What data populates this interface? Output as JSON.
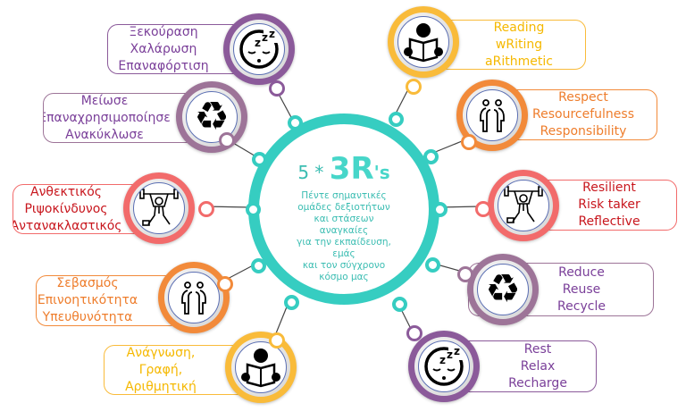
{
  "center": {
    "prefix": "5 *",
    "title": "3R",
    "suffix": "'s",
    "description": [
      "Πέντε σημαντικές",
      "ομάδες δεξιοτήτων",
      "και στάσεων",
      "αναγκαίες",
      "για την εκπαίδευση,",
      "εμάς",
      "και τον σύγχρονο",
      "κόσμο μας"
    ]
  },
  "left_items": [
    {
      "lines": [
        "Ξεκούραση",
        "Χαλάρωση",
        "Επαναφόρτιση"
      ],
      "icon": "sleep-icon",
      "color": "#8b5a9a",
      "text_color": "#7a3f99"
    },
    {
      "lines": [
        "Μείωσε",
        "Επαναχρησιμοποίησε",
        "Ανακύκλωσε"
      ],
      "icon": "recycle-icon",
      "color": "#9d7498",
      "text_color": "#7a3f99"
    },
    {
      "lines": [
        "Ανθεκτικός",
        "Ριψοκίνδυνος",
        "Αντανακλαστικός"
      ],
      "icon": "weightlifter-icon",
      "color": "#f26b6b",
      "text_color": "#c8161d"
    },
    {
      "lines": [
        "Σεβασμός",
        "Επινοητικότητα",
        "Υπευθυνότητα"
      ],
      "icon": "people-icon",
      "color": "#f28a3a",
      "text_color": "#ee7d2c"
    },
    {
      "lines": [
        "Ανάγνωση,",
        "Γραφή,",
        "Αριθμητική"
      ],
      "icon": "reader-icon",
      "color": "#f9bb3a",
      "text_color": "#f5b800"
    }
  ],
  "right_items": [
    {
      "lines": [
        "Reading",
        "wRiting",
        "aRithmetic"
      ],
      "icon": "reader-icon",
      "color": "#f9bb3a",
      "text_color": "#f5b800"
    },
    {
      "lines": [
        "Respect",
        "Resourcefulness",
        "Responsibility"
      ],
      "icon": "people-icon",
      "color": "#f28a3a",
      "text_color": "#ee7d2c"
    },
    {
      "lines": [
        "Resilient",
        "Risk taker",
        "Reflective"
      ],
      "icon": "weightlifter-icon",
      "color": "#f26b6b",
      "text_color": "#c8161d"
    },
    {
      "lines": [
        "Reduce",
        "Reuse",
        "Recycle"
      ],
      "icon": "recycle-icon",
      "color": "#9d7498",
      "text_color": "#7a3f99"
    },
    {
      "lines": [
        "Rest",
        "Relax",
        "Recharge"
      ],
      "icon": "sleep-icon",
      "color": "#8b5a9a",
      "text_color": "#7a3f99"
    }
  ]
}
